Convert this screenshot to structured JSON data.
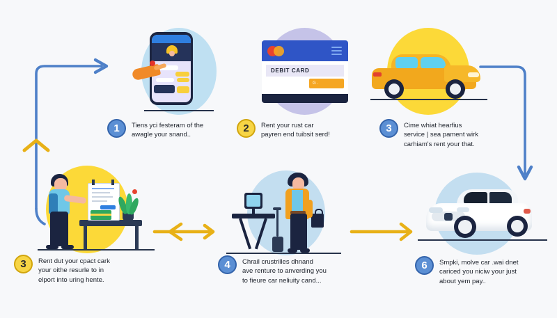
{
  "infographic": {
    "background_color": "#f7f8fa",
    "accent_blue": "#4e80c8",
    "accent_yellow": "#e8b117",
    "badge_blue": "#5b8fd4",
    "badge_yellow": "#f7d545"
  },
  "steps": [
    {
      "number": "1",
      "badge_style": "blue",
      "text": "Tiens yci festeram of the\nawagle your snand..",
      "illustration": "smartphone-chat",
      "blob_color": "#bfe0f2"
    },
    {
      "number": "2",
      "badge_style": "yellow",
      "text": "Rent your rust car\npayren end tuibsit serd!",
      "illustration": "debit-card",
      "blob_color": "#c5c3e8",
      "card_label": "DEBIT CARD",
      "card_button_label": "G ."
    },
    {
      "number": "3",
      "badge_style": "blue",
      "text": "Cime whiat hearfius\nservice | sea pament wirk\ncarhiam's rent your that.",
      "illustration": "yellow-car",
      "blob_color": "#fcd938"
    },
    {
      "number": "3",
      "badge_style": "yellow",
      "text": "Rent dut your cpact cark\nyour oithe resurle to in\nelport into uring hente.",
      "illustration": "person-at-desk",
      "blob_color": "#fcd938"
    },
    {
      "number": "4",
      "badge_style": "blue",
      "text": "Chrail crustrilles dhnand\nave renture to anverding you\nto fieure car neliuity cand...",
      "illustration": "traveler-with-luggage",
      "blob_color": "#c3def0"
    },
    {
      "number": "6",
      "badge_style": "blue",
      "text": "Smpki, molve car .wai dnet\ncariced you niciw your just\nabout yem pay..",
      "illustration": "white-car",
      "blob_color": "#c3def0"
    }
  ],
  "connectors": [
    {
      "name": "left-up-right-connector",
      "color": "#4e80c8",
      "direction": "up-then-right"
    },
    {
      "name": "yellow-up-chevron",
      "color": "#e8b117",
      "direction": "up"
    },
    {
      "name": "right-down-connector",
      "color": "#4e80c8",
      "direction": "right-then-down"
    },
    {
      "name": "yellow-double-arrow",
      "color": "#e8b117",
      "direction": "bidirectional"
    },
    {
      "name": "yellow-right-arrow",
      "color": "#e8b117",
      "direction": "right"
    }
  ]
}
